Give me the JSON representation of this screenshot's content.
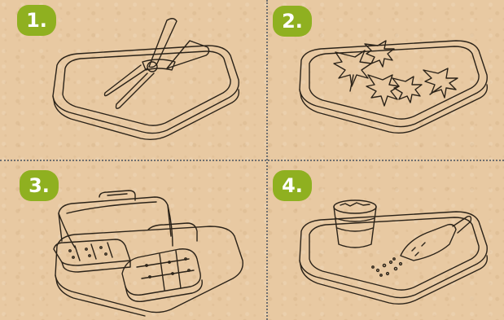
{
  "steps": [
    {
      "number": "1."
    },
    {
      "number": "2."
    },
    {
      "number": "3."
    },
    {
      "number": "4."
    }
  ],
  "colors": {
    "background": "#e8c9a2",
    "badge": "#8fb020",
    "badge_text": "#ffffff",
    "line": "#2a2218"
  },
  "illustrations": [
    {
      "step": "1.",
      "icon": "tray-with-pruning-shears"
    },
    {
      "step": "2.",
      "icon": "tray-with-leaves"
    },
    {
      "step": "3.",
      "icon": "tray-with-propagator-dome-and-seed-trays"
    },
    {
      "step": "4.",
      "icon": "tray-with-pot-and-soil-scoop"
    }
  ]
}
